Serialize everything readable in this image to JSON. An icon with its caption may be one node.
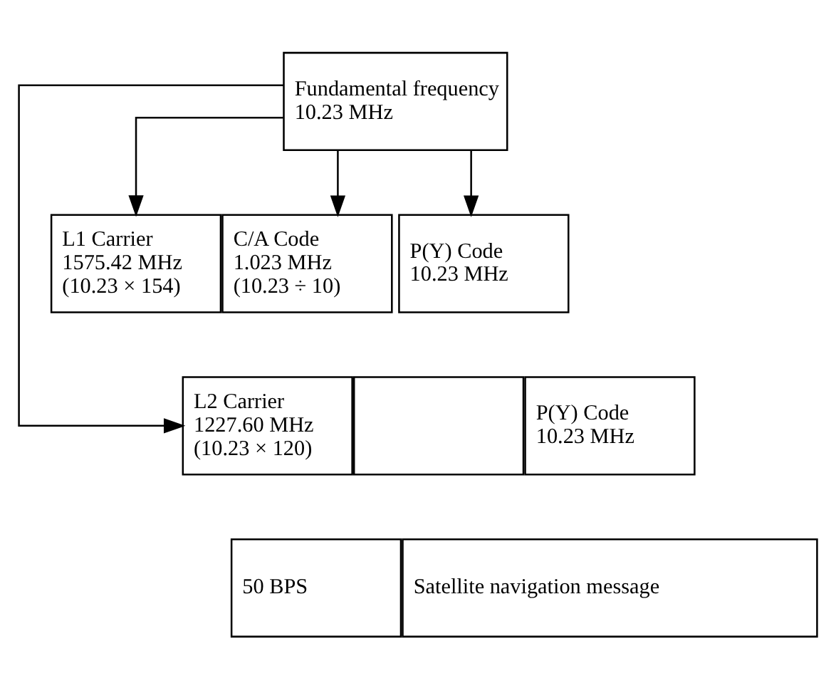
{
  "diagram": {
    "nodes": [
      {
        "text": [
          "Fundamental frequency",
          "10.23 MHz"
        ]
      },
      {
        "text": [
          "L1 Carrier",
          "1575.42 MHz",
          "(10.23 × 154)"
        ]
      },
      {
        "text": [
          "C/A Code",
          "1.023 MHz",
          "(10.23 ÷ 10)"
        ]
      },
      {
        "text": [
          "P(Y) Code",
          "10.23 MHz"
        ]
      },
      {
        "text": [
          "L2 Carrier",
          "1227.60 MHz",
          "(10.23 × 120)"
        ]
      },
      {
        "text": [],
        "shape": "box"
      },
      {
        "text": [
          "P(Y) Code",
          "10.23 MHz"
        ]
      },
      {
        "text": [
          "50 BPS"
        ]
      },
      {
        "text": [
          "Satellite navigation message"
        ]
      }
    ],
    "edges": [
      {
        "from": 0,
        "to": 1,
        "arrow": "to"
      },
      {
        "from": 0,
        "to": 2,
        "arrow": "to"
      },
      {
        "from": 0,
        "to": 3,
        "arrow": "to"
      },
      {
        "from": 0,
        "to": 4,
        "arrow": "to"
      }
    ]
  }
}
